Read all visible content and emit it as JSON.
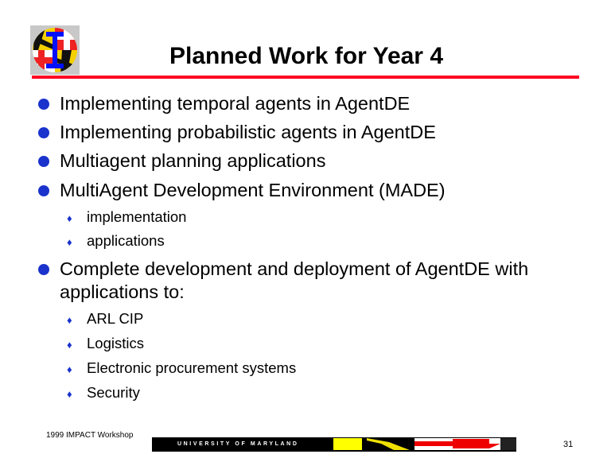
{
  "title": "Planned Work for Year 4",
  "bullets": [
    {
      "text": "Implementing temporal agents in AgentDE"
    },
    {
      "text": "Implementing probabilistic agents in AgentDE"
    },
    {
      "text": "Multiagent planning applications"
    },
    {
      "text": "MultiAgent Development Environment (MADE)",
      "sub": [
        "implementation",
        "applications"
      ]
    },
    {
      "text_line1": "Complete development and deployment of AgentDE with",
      "text_line2": "applications to:",
      "sub": [
        "ARL CIP",
        "Logistics",
        "Electronic procurement systems",
        "Security"
      ]
    }
  ],
  "footer": {
    "text": "1999 IMPACT Workshop",
    "university": "UNIVERSITY OF MARYLAND",
    "page": "31"
  },
  "colors": {
    "accent_red": "#ff0022",
    "bullet_blue": "#1a33cc"
  }
}
